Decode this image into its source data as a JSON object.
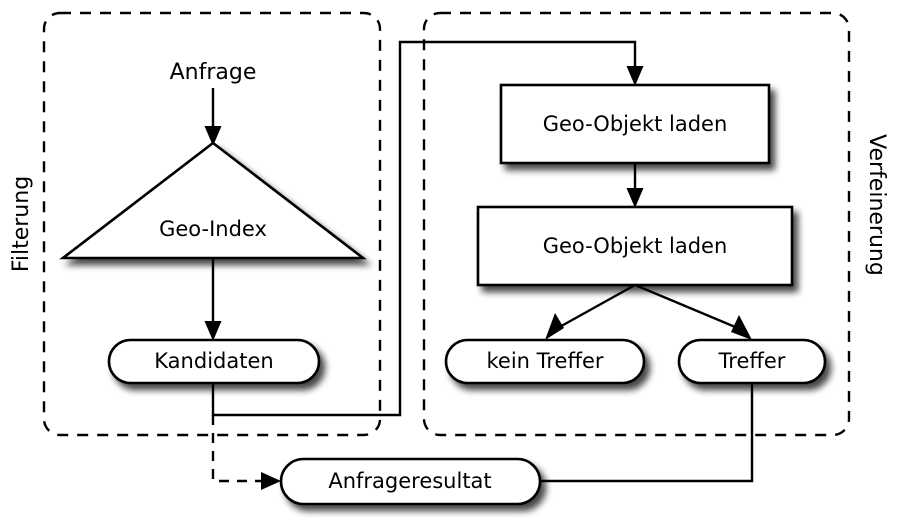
{
  "diagram": {
    "title_visible": false,
    "colors": {
      "stroke": "#000000",
      "fill": "#ffffff",
      "background": "#ffffff",
      "shadow": "#9a9a9a"
    },
    "groups": [
      {
        "id": "filterung",
        "label": "Filterung",
        "orientation": "vertical-up"
      },
      {
        "id": "verfeinerung",
        "label": "Verfeinerung",
        "orientation": "vertical-down"
      }
    ],
    "free_labels": [
      {
        "id": "anfrage",
        "text": "Anfrage"
      }
    ],
    "nodes": [
      {
        "id": "geo-index",
        "label": "Geo-Index",
        "shape": "triangle",
        "group": "filterung"
      },
      {
        "id": "kandidaten",
        "label": "Kandidaten",
        "shape": "stadium",
        "group": "filterung"
      },
      {
        "id": "geo-objekt-laden-1",
        "label": "Geo-Objekt laden",
        "shape": "rect",
        "group": "verfeinerung"
      },
      {
        "id": "geo-objekt-laden-2",
        "label": "Geo-Objekt laden",
        "shape": "rect",
        "group": "verfeinerung"
      },
      {
        "id": "kein-treffer",
        "label": "kein Treffer",
        "shape": "stadium",
        "group": "verfeinerung"
      },
      {
        "id": "treffer",
        "label": "Treffer",
        "shape": "stadium",
        "group": "verfeinerung"
      },
      {
        "id": "anfrageresultat",
        "label": "Anfrageresultat",
        "shape": "stadium",
        "group": "none"
      }
    ],
    "edges": [
      {
        "id": "anfrage-to-geo-index",
        "from": "anfrage",
        "to": "geo-index",
        "style": "solid",
        "arrow": true
      },
      {
        "id": "geo-index-to-kandidaten",
        "from": "geo-index",
        "to": "kandidaten",
        "style": "solid",
        "arrow": true
      },
      {
        "id": "kandidaten-to-geo-objekt-laden-1",
        "from": "kandidaten",
        "to": "geo-objekt-laden-1",
        "style": "solid",
        "arrow": true
      },
      {
        "id": "kandidaten-to-anfrageresultat",
        "from": "kandidaten",
        "to": "anfrageresultat",
        "style": "dashed",
        "arrow": true
      },
      {
        "id": "laden1-to-laden2",
        "from": "geo-objekt-laden-1",
        "to": "geo-objekt-laden-2",
        "style": "solid",
        "arrow": true
      },
      {
        "id": "laden2-to-kein-treffer",
        "from": "geo-objekt-laden-2",
        "to": "kein-treffer",
        "style": "solid",
        "arrow": true
      },
      {
        "id": "laden2-to-treffer",
        "from": "geo-objekt-laden-2",
        "to": "treffer",
        "style": "solid",
        "arrow": true
      },
      {
        "id": "treffer-to-anfrageresultat",
        "from": "treffer",
        "to": "anfrageresultat",
        "style": "solid",
        "arrow": false
      }
    ]
  }
}
